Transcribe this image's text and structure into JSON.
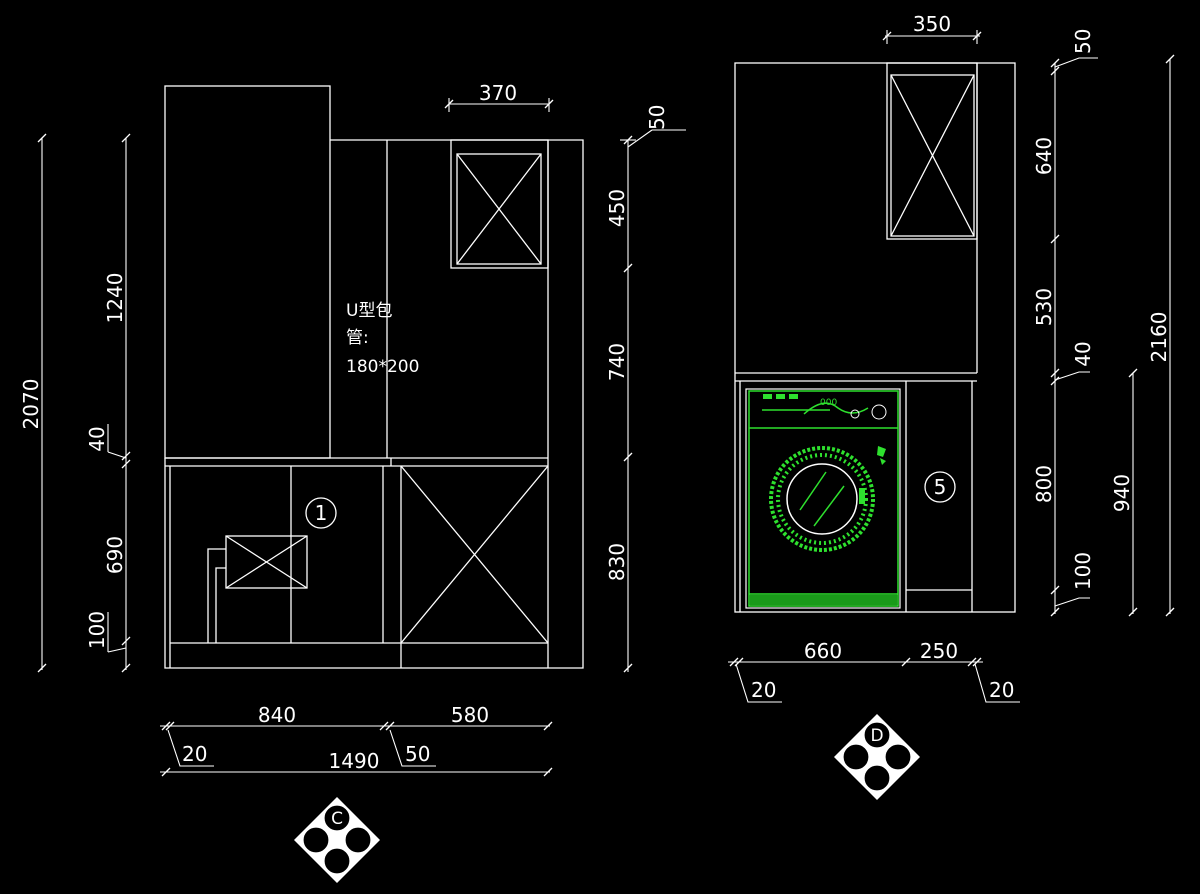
{
  "colors": {
    "background": "#000000",
    "line": "#ffffff",
    "appliance": "#2ee02e"
  },
  "elevation_c": {
    "label": "C",
    "note_line1": "U型包",
    "note_line2": "管:",
    "note_line3": "180*200",
    "callout": "1",
    "dims": {
      "top_width": "370",
      "top_gap": "50",
      "right_upper": "450",
      "right_middle": "740",
      "right_lower": "830",
      "left_total": "2070",
      "left_upper": "1240",
      "left_counter": "40",
      "left_lower": "690",
      "left_plinth": "100",
      "bottom_left": "840",
      "bottom_right": "580",
      "bottom_offset_left": "20",
      "bottom_offset_mid": "50",
      "bottom_total": "1490"
    }
  },
  "elevation_d": {
    "label": "D",
    "callout": "5",
    "washer_display": "000",
    "dims": {
      "top_width": "350",
      "right_top": "50",
      "right_upper": "640",
      "right_middle": "530",
      "right_counter": "40",
      "right_lower": "800",
      "right_plinth": "100",
      "right_washer": "940",
      "right_total": "2160",
      "bottom_left": "660",
      "bottom_right": "250",
      "bottom_offset_left": "20",
      "bottom_offset_right": "20"
    }
  }
}
